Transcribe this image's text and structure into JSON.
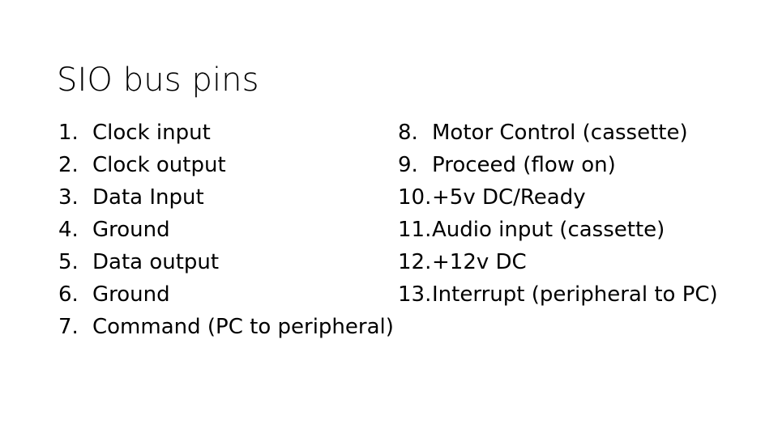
{
  "slide": {
    "title": "SIO bus pins",
    "background_color": "#ffffff",
    "text_color": "#000000"
  },
  "columns": {
    "left": {
      "items": [
        {
          "marker": "1.",
          "label": "Clock input"
        },
        {
          "marker": "2.",
          "label": "Clock output"
        },
        {
          "marker": "3.",
          "label": "Data Input"
        },
        {
          "marker": "4.",
          "label": "Ground"
        },
        {
          "marker": "5.",
          "label": "Data output"
        },
        {
          "marker": "6.",
          "label": "Ground"
        },
        {
          "marker": "7.",
          "label": "Command (PC to peripheral)"
        }
      ]
    },
    "right": {
      "items": [
        {
          "marker": "8.",
          "label": "Motor Control (cassette)"
        },
        {
          "marker": "9.",
          "label": "Proceed (flow on)"
        },
        {
          "marker": "10.",
          "label": "+5v DC/Ready"
        },
        {
          "marker": "11.",
          "label": "Audio input (cassette)"
        },
        {
          "marker": "12.",
          "label": "+12v DC"
        },
        {
          "marker": "13.",
          "label": "Interrupt (peripheral to PC)"
        }
      ]
    }
  }
}
